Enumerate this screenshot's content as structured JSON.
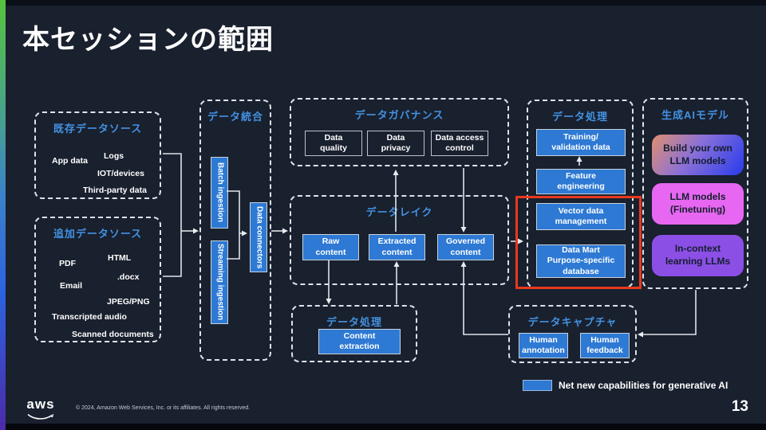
{
  "slide": {
    "title": "本セッションの範囲",
    "page_number": "13",
    "copyright": "© 2024, Amazon Web Services, Inc. or its affiliates. All rights reserved.",
    "logo_text": "aws"
  },
  "legend": {
    "label": "Net new capabilities for generative AI"
  },
  "colors": {
    "background": "#19202e",
    "accent_blue_text": "#4392e2",
    "box_blue": "#2d79d4",
    "red_highlight": "#e8391e",
    "gradient_box": "#e08f6e→#3140ea",
    "magenta_box": "#e767f2",
    "purple_box": "#8b4fe6",
    "edge_gradient": "#55c33d→#4c2aa8"
  },
  "groups": {
    "existing_sources": {
      "title": "既存データソース",
      "items": {
        "app_data": "App data",
        "logs": "Logs",
        "iot": "IOT/devices",
        "third_party": "Third-party data"
      }
    },
    "additional_sources": {
      "title": "追加データソース",
      "items": {
        "pdf": "PDF",
        "html": "HTML",
        "docx": ".docx",
        "email": "Email",
        "jpeg": "JPEG/PNG",
        "audio": "Transcripted audio",
        "scanned": "Scanned documents"
      }
    },
    "integration": {
      "title": "データ統合",
      "batch": "Batch ingestion",
      "streaming": "Streaming ingestion",
      "connectors": "Data connectors"
    },
    "governance": {
      "title": "データガバナンス",
      "quality": "Data\nquality",
      "privacy": "Data\nprivacy",
      "access": "Data access\ncontrol"
    },
    "datalake": {
      "title": "データレイク",
      "raw": "Raw\ncontent",
      "extracted": "Extracted\ncontent",
      "governed": "Governed\ncontent"
    },
    "processing_lake": {
      "title": "データ処理",
      "extraction": "Content\nextraction"
    },
    "processing_ai": {
      "title": "データ処理",
      "training": "Training/\nvalidation data",
      "feature": "Feature\nengineering",
      "vector": "Vector data\nmanagement",
      "datamart": "Data Mart\nPurpose-specific\ndatabase"
    },
    "genai": {
      "title": "生成AIモデル",
      "byo": "Build your own\nLLM models",
      "finetune": "LLM models\n(Finetuning)",
      "incontext": "In-context\nlearning LLMs"
    },
    "capture": {
      "title": "データキャプチャ",
      "annotation": "Human\nannotation",
      "feedback": "Human\nfeedback"
    }
  }
}
